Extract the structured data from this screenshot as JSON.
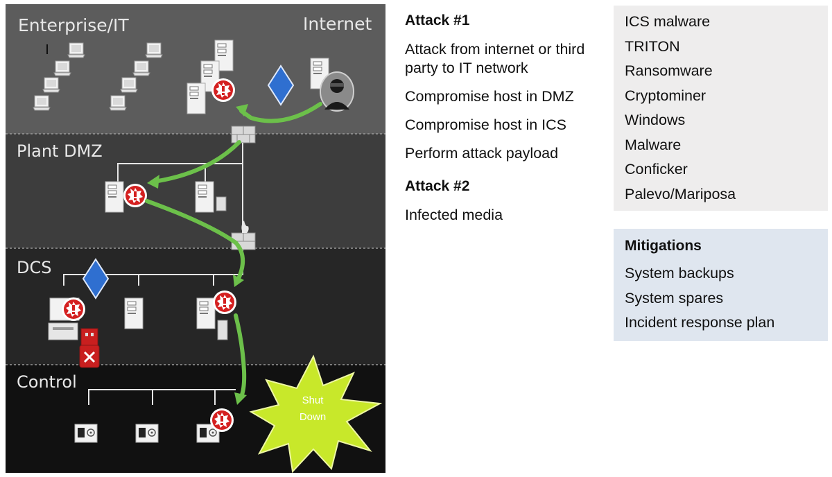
{
  "zones": {
    "enterprise": "Enterprise/IT",
    "internet": "Internet",
    "dmz": "Plant DMZ",
    "dcs": "DCS",
    "control": "Control"
  },
  "shutdown_line1": "Shut",
  "shutdown_line2": "Down",
  "attack1": {
    "title": "Attack #1",
    "steps": [
      "Attack from internet or third party to IT network",
      "Compromise host in DMZ",
      "Compromise host in ICS",
      "Perform attack payload"
    ]
  },
  "attack2": {
    "title": "Attack #2",
    "steps": [
      "Infected media"
    ]
  },
  "threats": [
    "ICS malware",
    "TRITON",
    "Ransomware",
    "Cryptominer",
    "Windows",
    "Malware",
    "Conficker",
    "Palevo/Mariposa"
  ],
  "mitigations": {
    "title": "Mitigations",
    "items": [
      "System backups",
      "System spares",
      "Incident response plan"
    ]
  },
  "colors": {
    "enterprise_bg": "#5c5c5c",
    "dmz_bg": "#3d3d3d",
    "dcs_bg": "#262626",
    "control_bg": "#111111",
    "attack_arrow": "#6cc04a",
    "malware_badge": "#d42020",
    "firewall_diamond": "#2f6fd0",
    "explosion": "#c8e82a",
    "threat_box": "#eeeded",
    "mitigation_box": "#dfe6ef"
  }
}
